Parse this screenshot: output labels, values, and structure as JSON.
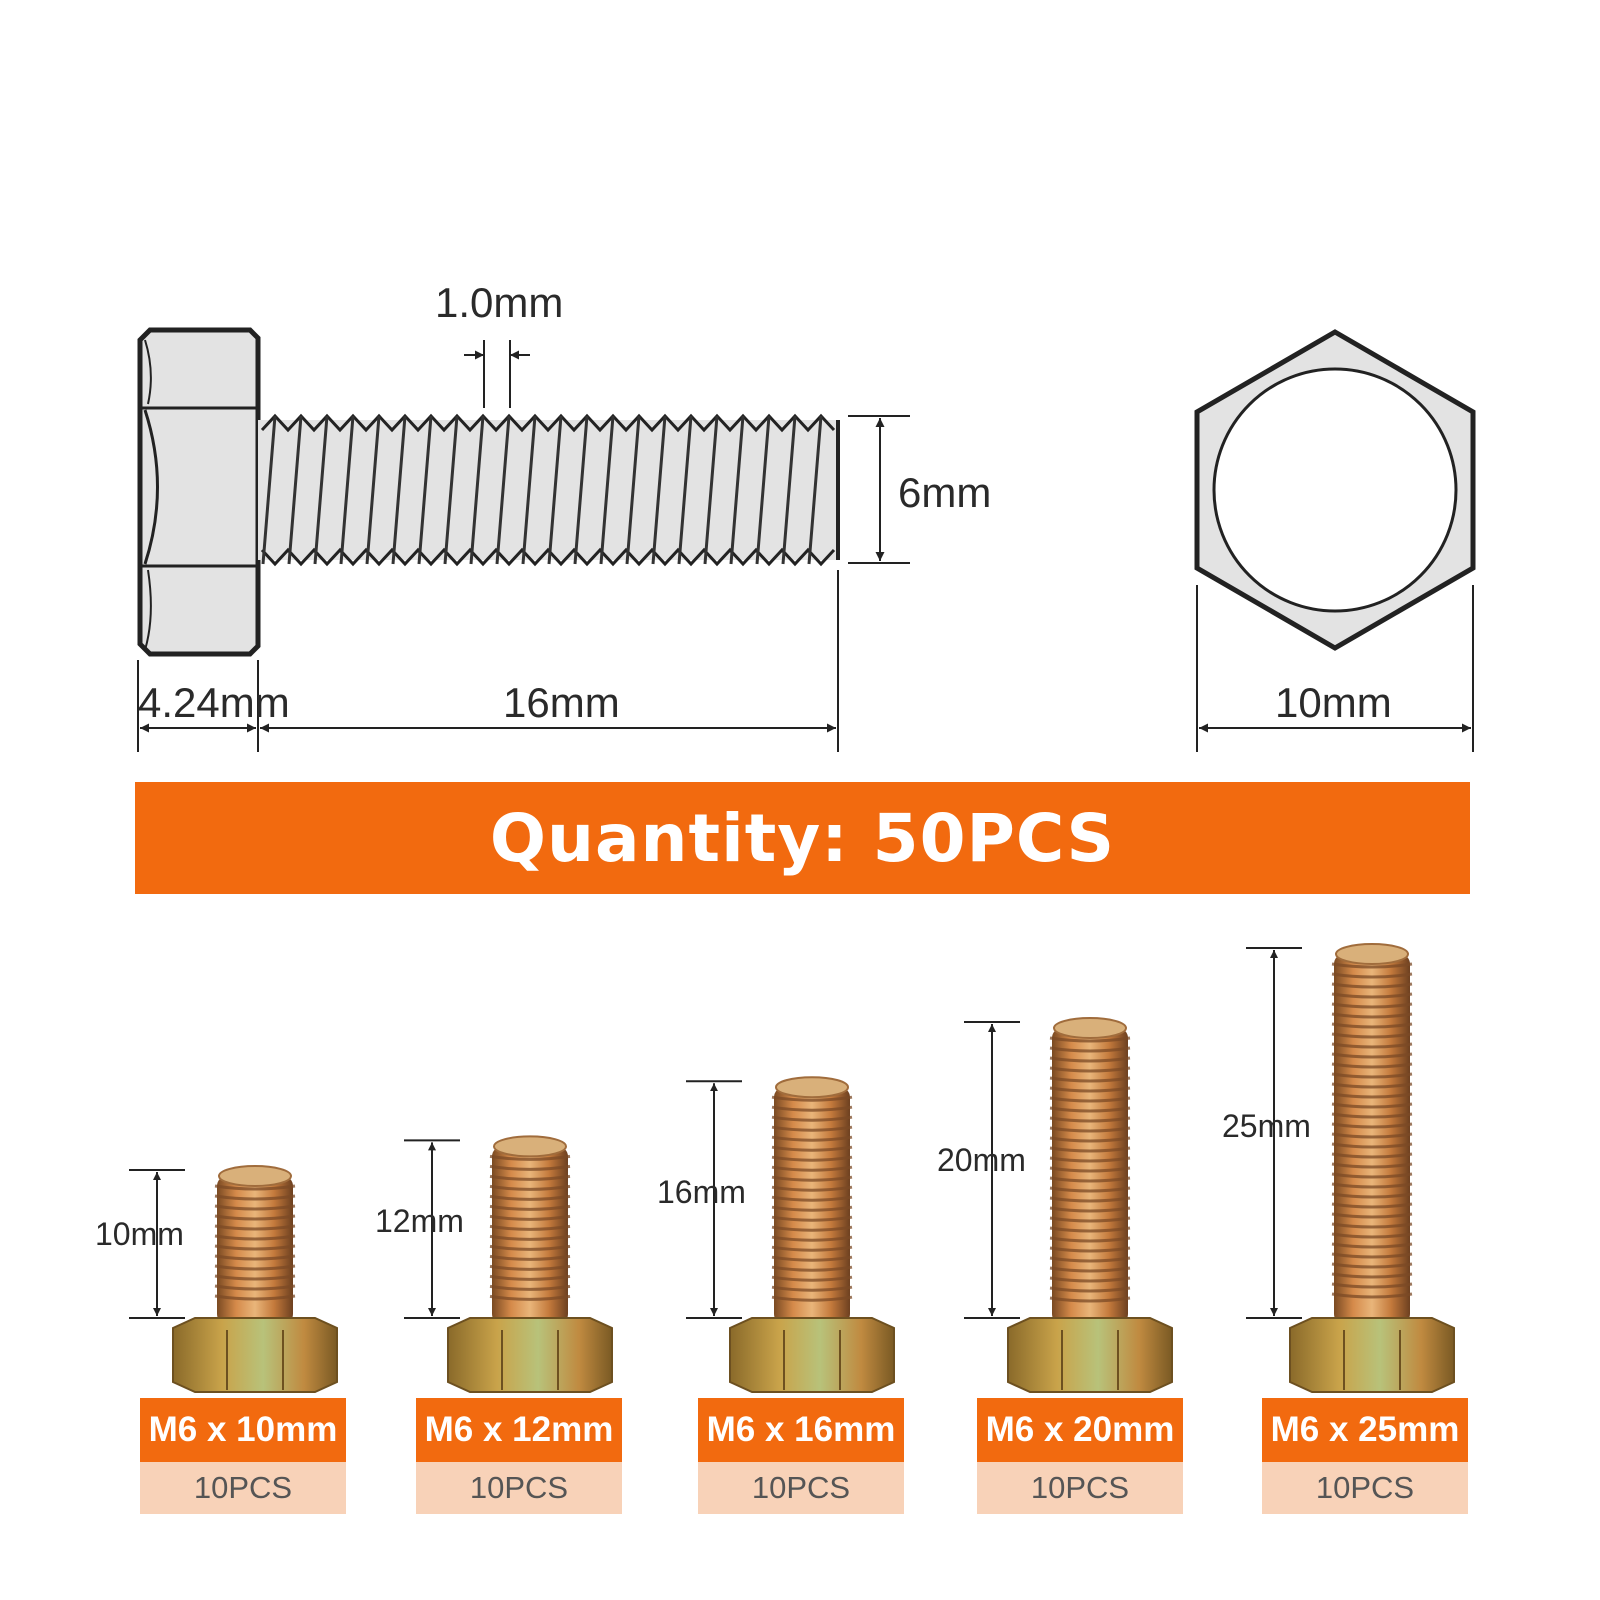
{
  "diagram": {
    "thread_pitch": "1.0mm",
    "thread_diameter": "6mm",
    "head_height": "4.24mm",
    "thread_length": "16mm",
    "head_width": "10mm"
  },
  "banner": {
    "text": "Quantity: 50PCS"
  },
  "colors": {
    "accent": "#f26a0f",
    "accent_light": "#f8d2b8",
    "line": "#222222"
  },
  "bolts": [
    {
      "length_label": "10mm",
      "size": "M6 x 10mm",
      "qty": "10PCS"
    },
    {
      "length_label": "12mm",
      "size": "M6 x 12mm",
      "qty": "10PCS"
    },
    {
      "length_label": "16mm",
      "size": "M6 x 16mm",
      "qty": "10PCS"
    },
    {
      "length_label": "20mm",
      "size": "M6 x 20mm",
      "qty": "10PCS"
    },
    {
      "length_label": "25mm",
      "size": "M6 x 25mm",
      "qty": "10PCS"
    }
  ]
}
